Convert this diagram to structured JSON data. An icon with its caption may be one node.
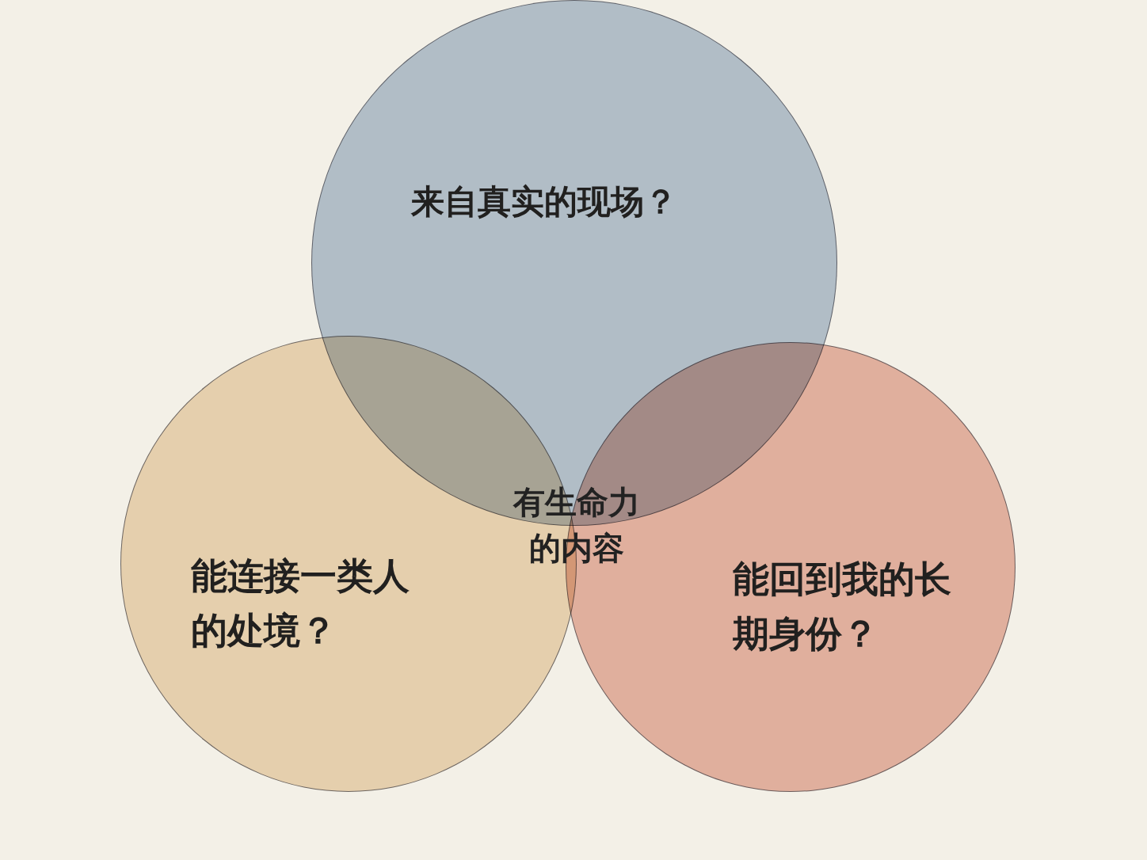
{
  "diagram": {
    "nodes": [
      {
        "text": [
          "来自真实的现场？"
        ]
      },
      {
        "text": [
          "能连接一类人的处境？"
        ]
      },
      {
        "text": [
          "能回到我的长期身份？"
        ]
      }
    ],
    "labels": [
      "有生命力的内容"
    ]
  }
}
